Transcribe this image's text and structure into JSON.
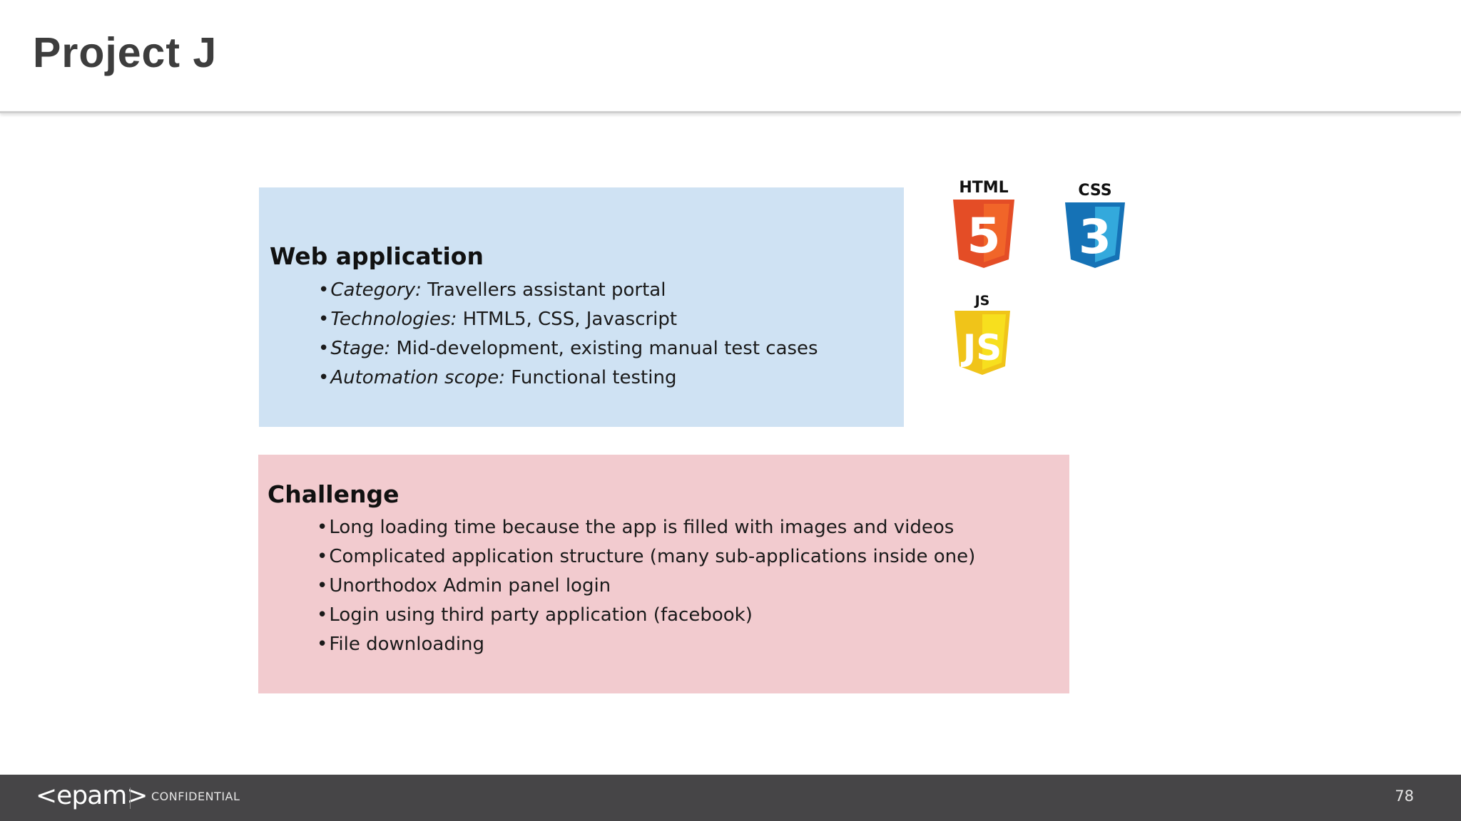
{
  "slide": {
    "title": "Project J"
  },
  "web_box": {
    "heading": "Web application",
    "bullet_char": "•",
    "items": [
      {
        "label": "Category:",
        "value": " Travellers assistant portal"
      },
      {
        "label": "Technologies:",
        "value": " HTML5, CSS, Javascript"
      },
      {
        "label": "Stage:",
        "value": " Mid-development, existing manual test cases"
      },
      {
        "label": "Automation scope:",
        "value": " Functional testing"
      }
    ]
  },
  "challenge_box": {
    "heading": "Challenge",
    "bullet_char": "•",
    "items": [
      "Long loading time because the app is filled with images and videos",
      "Complicated application structure (many sub-applications inside one)",
      "Unorthodox Admin panel login",
      "Login using third party application (facebook)",
      "File downloading"
    ]
  },
  "logos": {
    "html": {
      "caption": "HTML",
      "glyph": "5",
      "icon": "html5-icon",
      "color_dark": "#e44d26",
      "color_light": "#f16529"
    },
    "css": {
      "caption": "CSS",
      "glyph": "3",
      "icon": "css3-icon",
      "color_dark": "#1572b6",
      "color_light": "#33a9dc"
    },
    "js": {
      "caption": "JS",
      "glyph": "JS",
      "icon": "javascript-icon",
      "color_dark": "#f0c419",
      "color_light": "#f7df1e"
    }
  },
  "footer": {
    "logo": "<epam>",
    "confidential": "CONFIDENTIAL",
    "page_number": "78"
  }
}
